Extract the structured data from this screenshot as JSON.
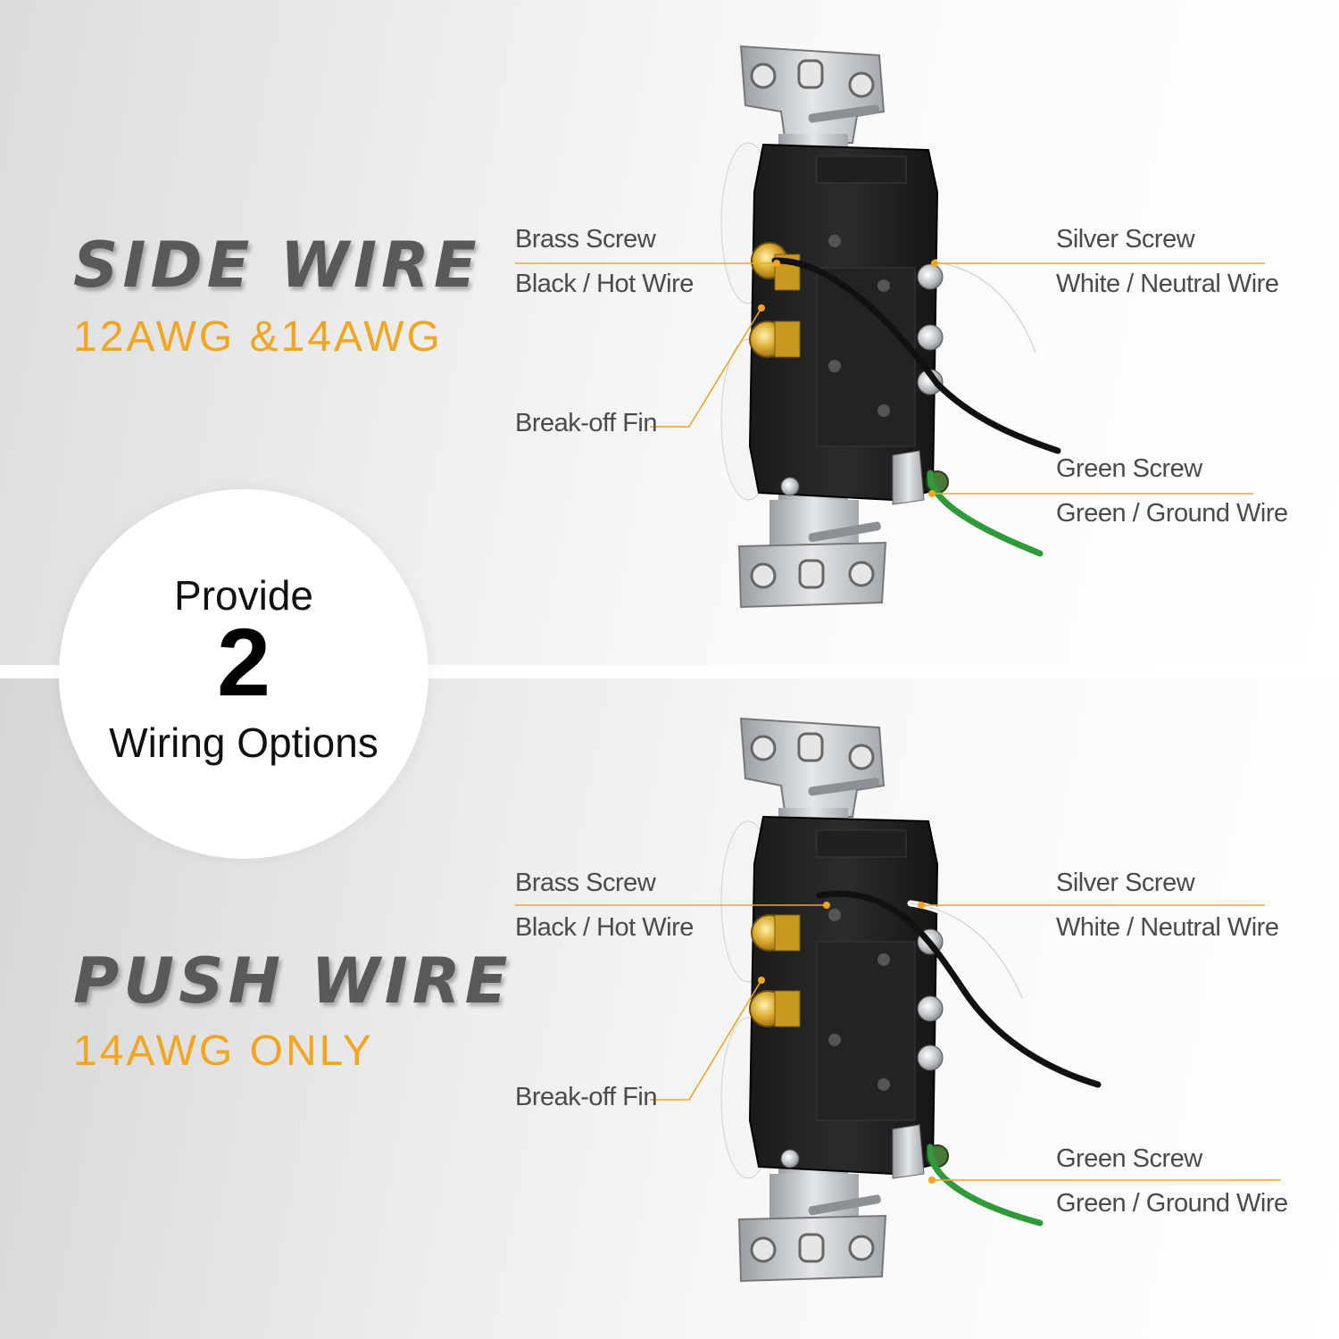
{
  "colors": {
    "accent": "#f2a51f",
    "heading": "#595959",
    "label": "#4a4a4a"
  },
  "side_wire": {
    "title": "SIDE WIRE",
    "subtitle": "12AWG &14AWG",
    "labels": {
      "brass_screw": "Brass Screw",
      "hot_wire": "Black / Hot Wire",
      "silver_screw": "Silver Screw",
      "neutral_wire": "White / Neutral Wire",
      "break_off_fin": "Break-off Fin",
      "green_screw": "Green Screw",
      "ground_wire": "Green / Ground Wire"
    }
  },
  "push_wire": {
    "title": "PUSH WIRE",
    "subtitle": "14AWG ONLY",
    "labels": {
      "brass_screw": "Brass Screw",
      "hot_wire": "Black / Hot Wire",
      "silver_screw": "Silver Screw",
      "neutral_wire": "White / Neutral Wire",
      "break_off_fin": "Break-off Fin",
      "green_screw": "Green Screw",
      "ground_wire": "Green / Ground Wire"
    }
  },
  "center_badge": {
    "line1": "Provide",
    "number": "2",
    "line2": "Wiring Options"
  }
}
